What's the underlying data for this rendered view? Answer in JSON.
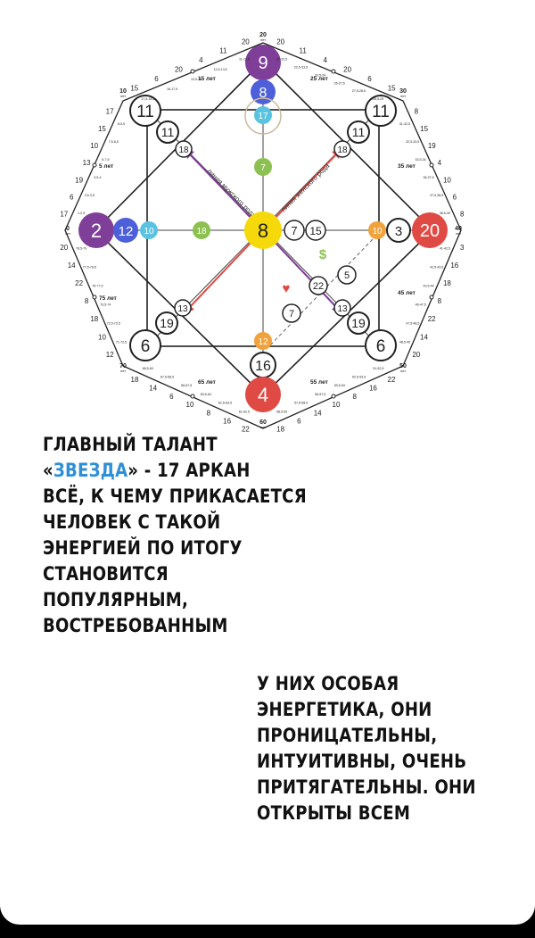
{
  "colors": {
    "purple": "#7f3f98",
    "blue": "#4d5fd9",
    "cyan": "#5ac3e0",
    "green": "#8cc152",
    "yellow": "#f5d90a",
    "orange": "#f0a23c",
    "red": "#e04a45",
    "accent_text": "#2e8ed6"
  },
  "diagram": {
    "main_nodes": {
      "top": "9",
      "top_blue": "8",
      "top_cyan": "17",
      "top_green": "7",
      "center": "8",
      "left": "2",
      "left_blue": "12",
      "left_cyan": "10",
      "left_green": "18",
      "right": "20",
      "right_circle": "3",
      "right_orange": "10",
      "bottom": "4",
      "bottom_circle": "16",
      "bottom_orange": "12"
    },
    "corner_nodes": {
      "top_left_outer": "11",
      "top_left_inner": "11",
      "top_left_small": "18",
      "top_right_outer": "11",
      "top_right_inner": "11",
      "top_right_small": "18",
      "bottom_left_outer": "6",
      "bottom_left_inner": "19",
      "bottom_left_small": "13",
      "bottom_right_outer": "6",
      "bottom_right_inner": "19",
      "bottom_right_small": "13"
    },
    "center_extra": {
      "a": "7",
      "b": "15",
      "money_num": "5",
      "heart_num": "22",
      "lower": "7",
      "money_icon": "$",
      "heart_icon": "♥"
    },
    "line_labels": {
      "male": "линия мужского рода",
      "female": "линия женского рода"
    },
    "age_points": [
      {
        "value": "20",
        "unit": "лет"
      },
      {
        "value": "30",
        "unit": "лет"
      },
      {
        "value": "40",
        "unit": "лет"
      },
      {
        "value": "50",
        "unit": "лет"
      },
      {
        "value": "60",
        "unit": "лет"
      },
      {
        "value": "70",
        "unit": "лет"
      },
      {
        "value": "0",
        "unit": "лет"
      },
      {
        "value": "10",
        "unit": "лет"
      }
    ],
    "age_labels": [
      "5 лет",
      "15 лет",
      "25 лет",
      "35 лет",
      "45 лет",
      "55 лет",
      "65 лет",
      "75 лет"
    ],
    "outer_numbers": {
      "top_left": [
        "15",
        "6",
        "20",
        "4",
        "11",
        "20"
      ],
      "top_right": [
        "20",
        "11",
        "4",
        "20",
        "6",
        "15"
      ],
      "right_top": [
        "8",
        "15",
        "19",
        "4",
        "10",
        "6",
        "8"
      ],
      "right_bottom": [
        "3",
        "16",
        "18",
        "8",
        "22",
        "14",
        "20"
      ],
      "bottom_right": [
        "22",
        "16",
        "8",
        "10",
        "14",
        "6",
        "18"
      ],
      "bottom_left": [
        "22",
        "16",
        "8",
        "10",
        "6",
        "14",
        "18"
      ],
      "left_bottom": [
        "12",
        "10",
        "18",
        "8",
        "22",
        "14",
        "20"
      ],
      "left_top": [
        "17",
        "6",
        "19",
        "13",
        "10",
        "15",
        "17"
      ]
    },
    "small_ranges": {
      "top_left": [
        "17,5-18,5",
        "16-17,5",
        "13,5-14",
        "12,5-13,5",
        "11-12,5"
      ],
      "top_right": [
        "21-22,5",
        "22,5-23,5",
        "23,5-24",
        "26-27,5",
        "27,5-28,5",
        "28,5-29"
      ],
      "right_top": [
        "31-32,5",
        "32,5-33,5",
        "33,5-34",
        "36-37,5",
        "37,5-38,5",
        "38,5-39"
      ],
      "right_bottom": [
        "41-42,5",
        "42,5-43,5",
        "43,5-44",
        "46-47,5",
        "47,5-48,5",
        "48,5-49"
      ],
      "bottom_right": [
        "51-52,5",
        "52,5-53,5",
        "53,5-54",
        "56-57,5",
        "57,5-58,5",
        "58,5-59"
      ],
      "bottom_left": [
        "61-62,5",
        "62,5-63,5",
        "63,5-64",
        "66-67,5",
        "67,5-68,5",
        "68,5-69"
      ],
      "left_bottom": [
        "71-72,5",
        "72,5-73,5",
        "73,5-74",
        "76-77,5",
        "77,5-78,5",
        "78,5-79"
      ],
      "left_top": [
        "1-2,5",
        "2,5-3,5",
        "3,5-4",
        "6-7,5",
        "7,5-8,5",
        "8,5-9"
      ]
    }
  },
  "caption1": {
    "line1": "ГЛАВНЫЙ ТАЛАНТ",
    "line2_open": "«",
    "line2_accent": "ЗВЕЗДА",
    "line2_rest": "» - 17 АРКАН",
    "line3": "ВСЁ, К ЧЕМУ ПРИКАСАЕТСЯ",
    "line4": "ЧЕЛОВЕК С ТАКОЙ",
    "line5": "ЭНЕРГИЕЙ ПО ИТОГУ",
    "line6": "СТАНОВИТСЯ",
    "line7": "ПОПУЛЯРНЫМ,",
    "line8": "ВОСТРЕБОВАННЫМ"
  },
  "caption2": {
    "line1": "У НИХ ОСОБАЯ",
    "line2": "ЭНЕРГЕТИКА, ОНИ",
    "line3": "ПРОНИЦАТЕЛЬНЫ,",
    "line4": "ИНТУИТИВНЫ, ОЧЕНЬ",
    "line5": "ПРИТЯГАТЕЛЬНЫ. ОНИ",
    "line6": "ОТКРЫТЫ ВСЕМ"
  }
}
